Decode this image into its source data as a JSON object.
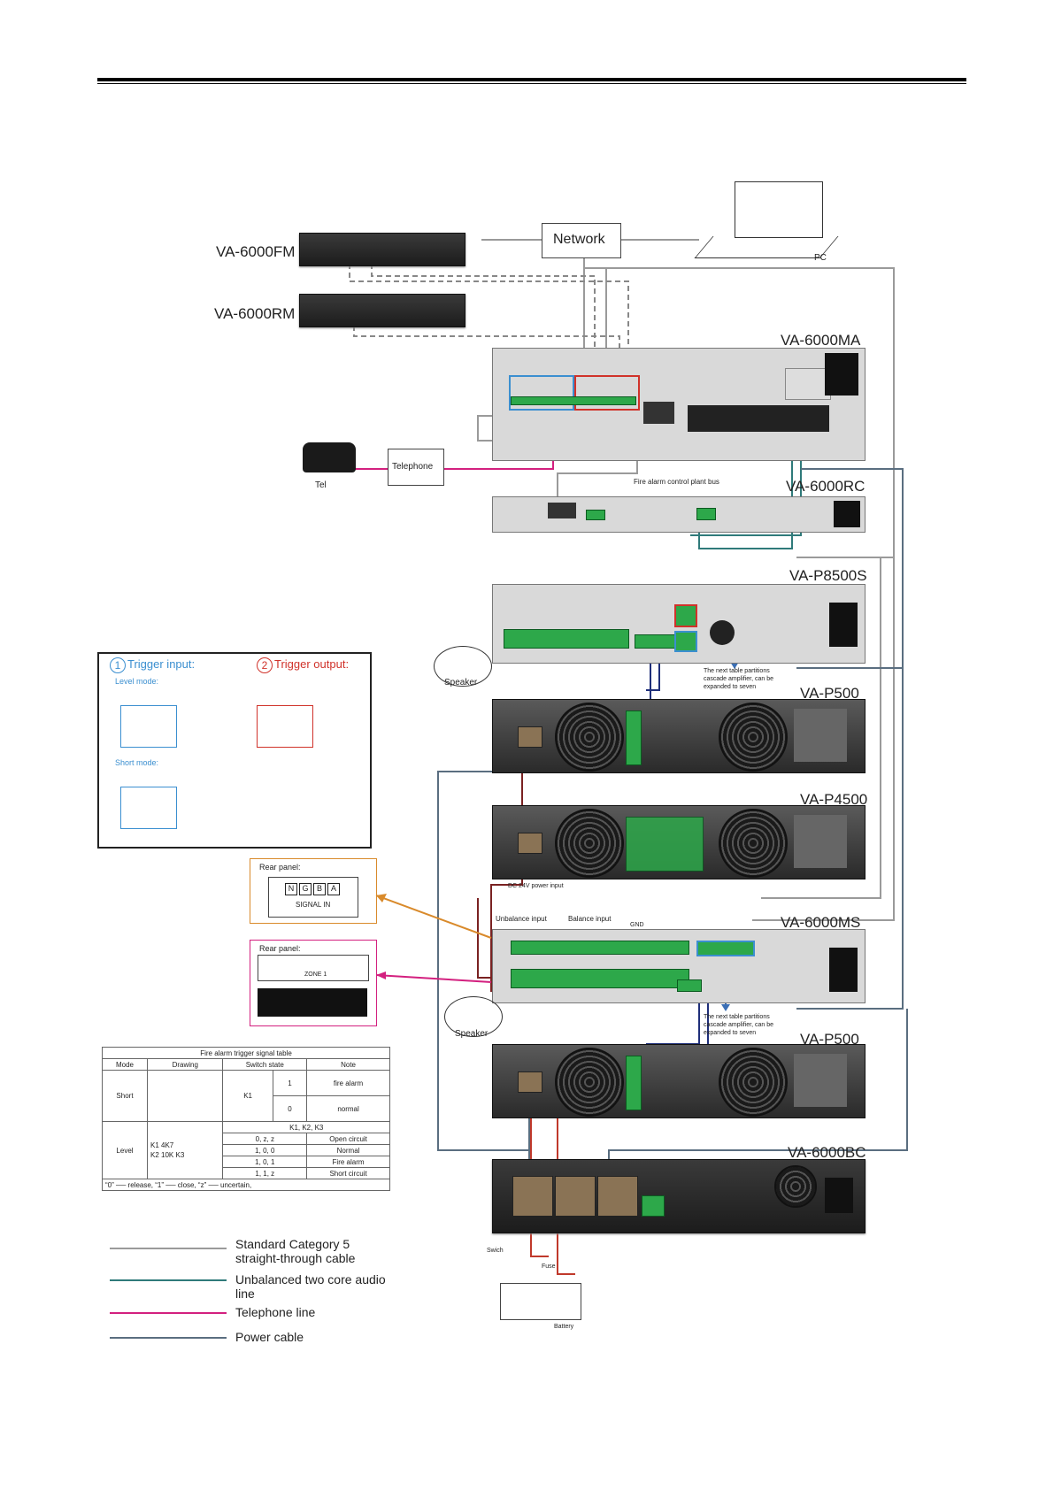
{
  "devices": {
    "fm": "VA-6000FM",
    "rm": "VA-6000RM",
    "ma": "VA-6000MA",
    "rc": "VA-6000RC",
    "p8500s": "VA-P8500S",
    "p500a": "VA-P500",
    "p4500": "VA-P4500",
    "ms": "VA-6000MS",
    "p500b": "VA-P500",
    "bc": "VA-6000BC"
  },
  "labels": {
    "network": "Network",
    "pc": "PC",
    "telephone": "Telephone",
    "tel": "Tel",
    "fire_bus": "Fire alarm control plant bus",
    "speaker1": "Speaker",
    "speaker2": "Speaker",
    "cascade1": "The next table partitions cascade amplifier, can be expanded to seven",
    "cascade2": "The next table partitions cascade amplifier, can be expanded to seven",
    "dc24": "DC 24V power input",
    "unbalance": "Unbalance input",
    "balance": "Balance input",
    "gnd": "GND",
    "switch": "Swich",
    "fuse": "Fuse",
    "battery": "Battery"
  },
  "trigger": {
    "input_num": "1",
    "input": "Trigger input:",
    "output_num": "2",
    "output": "Trigger output:",
    "level_mode": "Level mode:",
    "short_mode": "Short mode:"
  },
  "rear1": {
    "title": "Rear panel:",
    "pins": [
      "N",
      "G",
      "B",
      "A"
    ],
    "caption": "SIGNAL  IN"
  },
  "rear2": {
    "title": "Rear panel:",
    "zone": "ZONE 1"
  },
  "fire_table": {
    "title": "Fire alarm trigger signal table",
    "headers": [
      "Mode",
      "Drawing",
      "Switch state",
      "Note"
    ],
    "short": {
      "mode": "Short",
      "k": "K1",
      "rows": [
        [
          "1",
          "fire alarm"
        ],
        [
          "0",
          "normal"
        ]
      ]
    },
    "level": {
      "mode": "Level",
      "head": "K1, K2, K3",
      "draw": [
        "K1 4K7",
        "K2",
        "10K",
        "K3"
      ],
      "rows": [
        [
          "0,  z,  z",
          "Open  circuit"
        ],
        [
          "1,  0,  0",
          "Normal"
        ],
        [
          "1,  0,  1",
          "Fire alarm"
        ],
        [
          "1,  1,  z",
          "Short circuit"
        ]
      ]
    },
    "footnote": "“0” ── release, “1” ── close, “z” ── uncertain,"
  },
  "legend": [
    {
      "text": "Standard Category 5 straight-through cable",
      "color": "#9a9a9a"
    },
    {
      "text": "Unbalanced two core audio line",
      "color": "#2f7a7a"
    },
    {
      "text": "Telephone line",
      "color": "#d3207f"
    },
    {
      "text": "Power cable",
      "color": "#5a6e80"
    }
  ]
}
